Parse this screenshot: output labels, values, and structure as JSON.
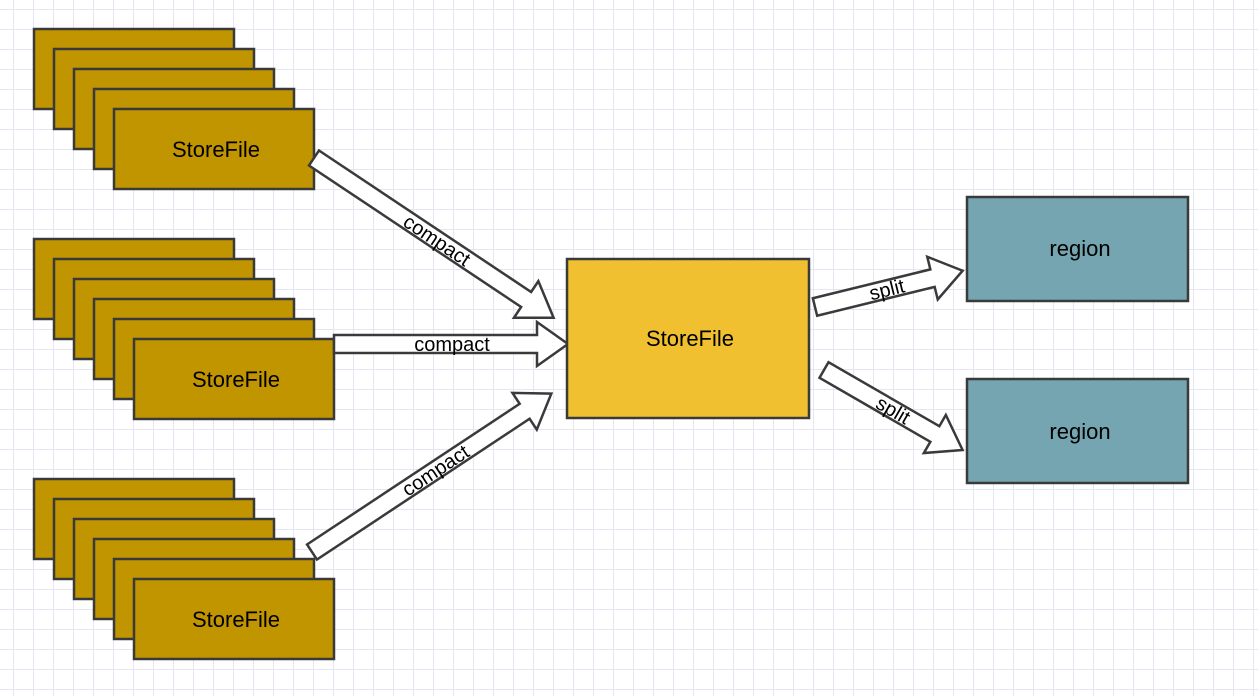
{
  "colors": {
    "source_file": "#c19500",
    "merged_file": "#f0c030",
    "region": "#74a5b0",
    "border": "#3a3a3a",
    "arrow_fill": "#ffffff",
    "grid": "#e6e6f2"
  },
  "source_groups": [
    {
      "label": "StoreFile"
    },
    {
      "label": "StoreFile"
    },
    {
      "label": "StoreFile"
    }
  ],
  "merged_file": {
    "label": "StoreFile"
  },
  "compact_arrows": [
    {
      "label": "compact"
    },
    {
      "label": "compact"
    },
    {
      "label": "compact"
    }
  ],
  "split_arrows": [
    {
      "label": "split"
    },
    {
      "label": "split"
    }
  ],
  "regions": [
    {
      "label": "region"
    },
    {
      "label": "region"
    }
  ]
}
